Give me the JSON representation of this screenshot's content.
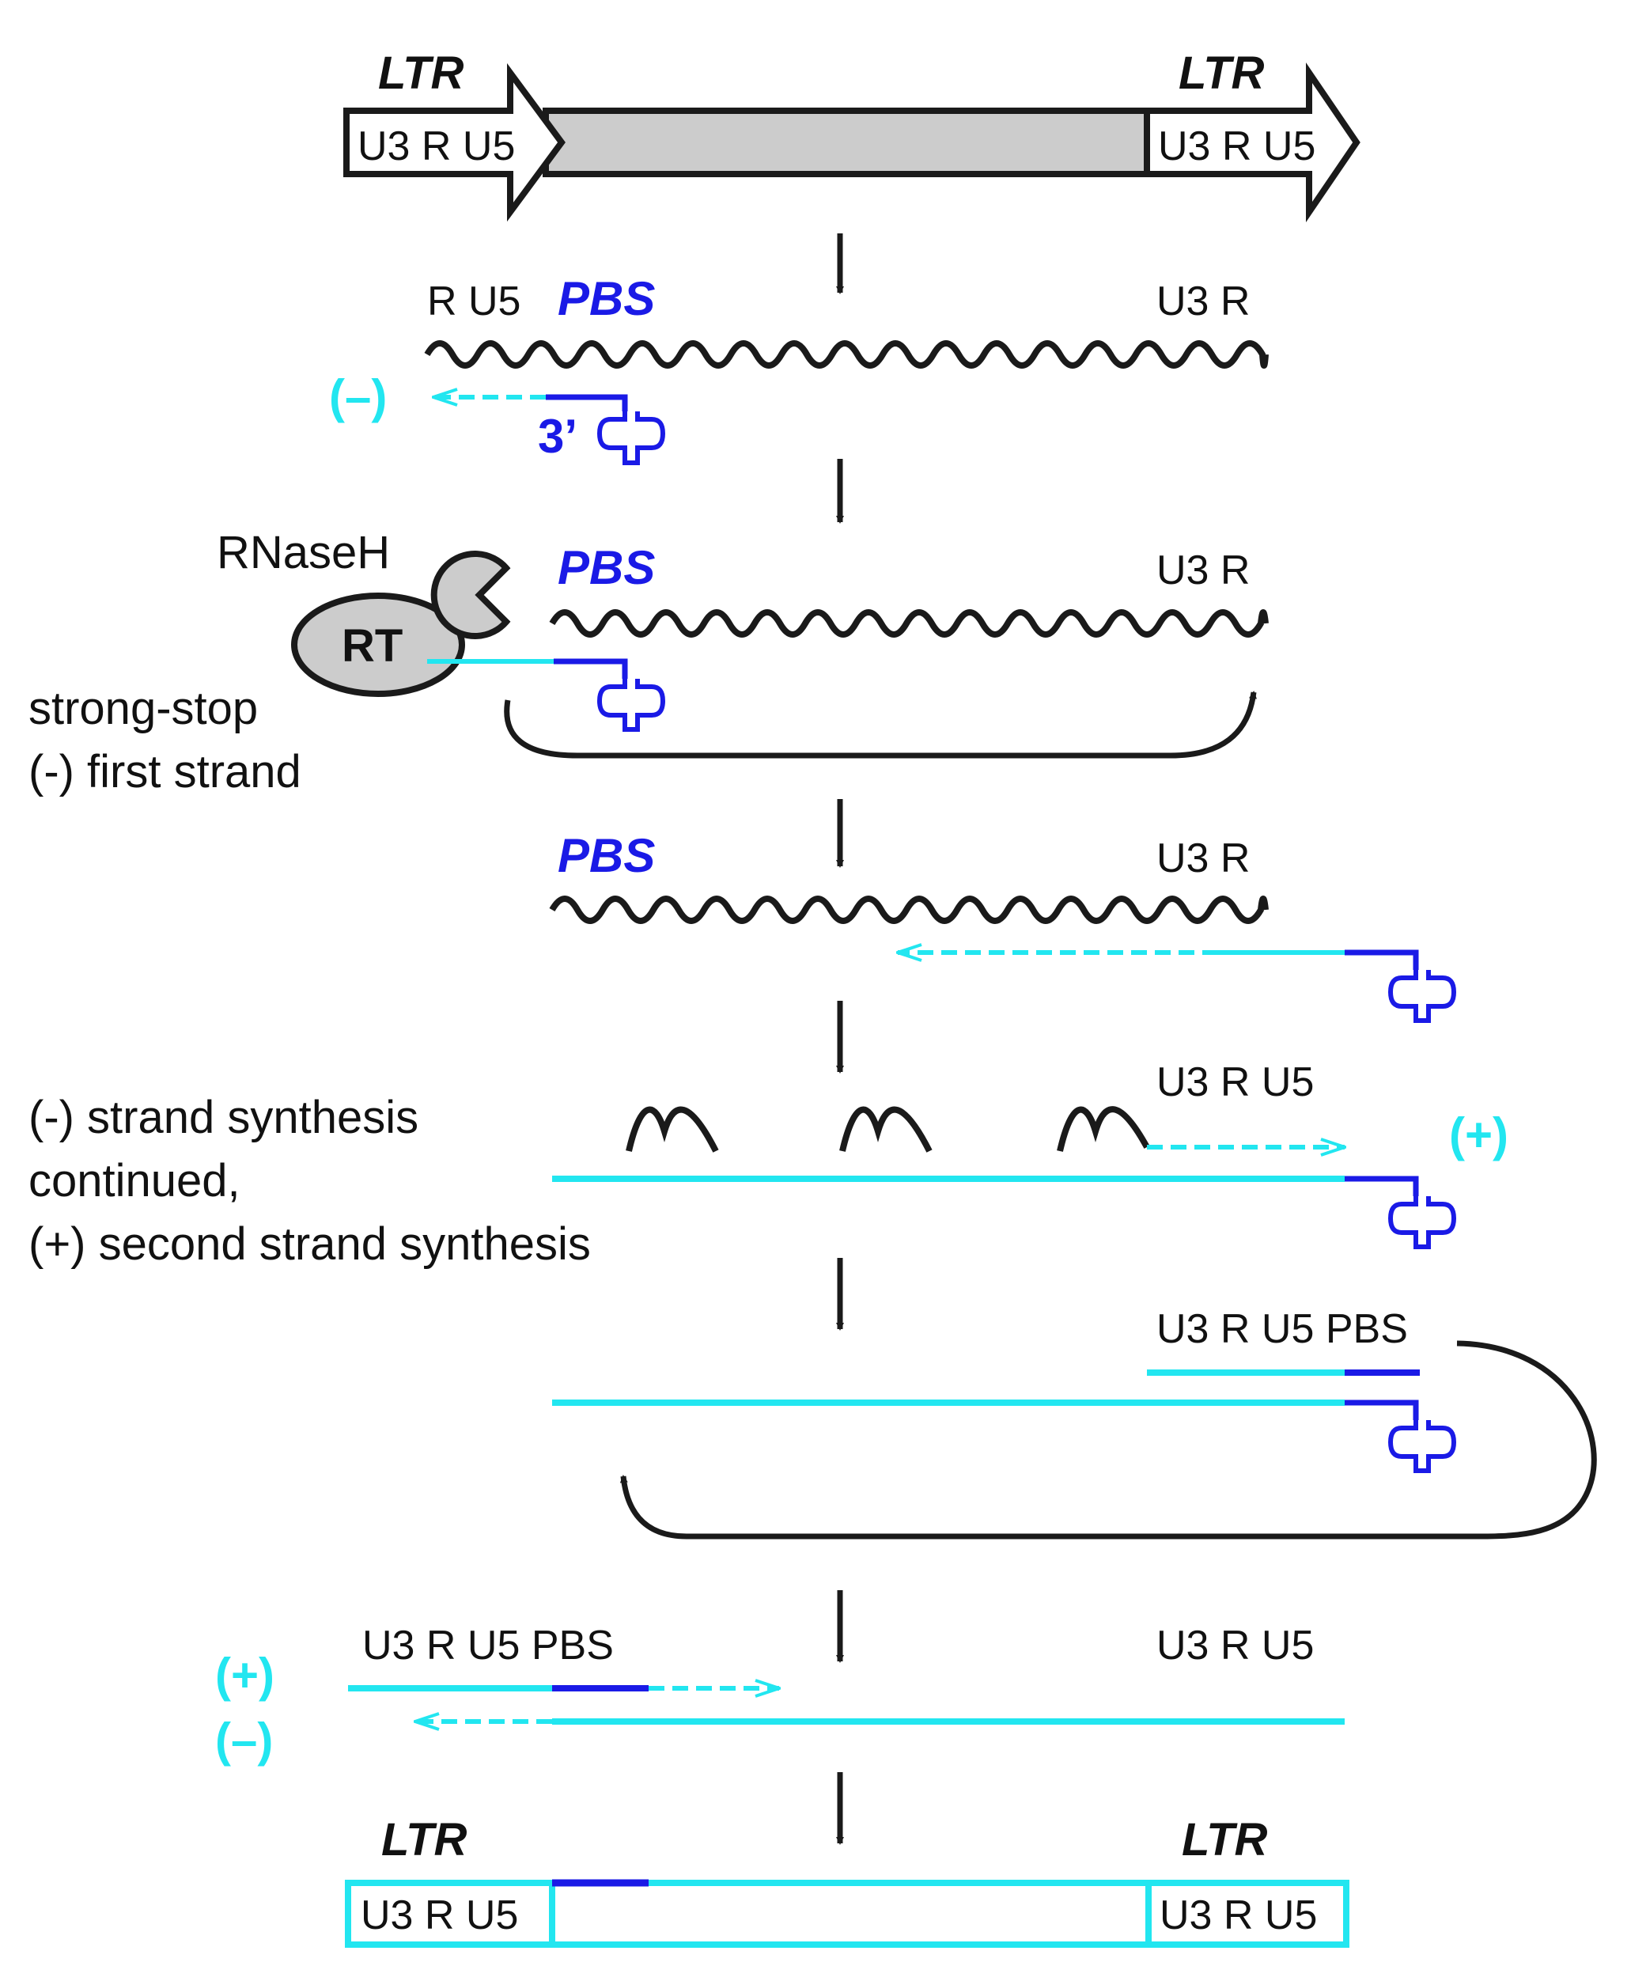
{
  "colors": {
    "black": "#1a1a1a",
    "cyan": "#22e6f0",
    "blue": "#1a1ae6",
    "gray": "#cccccc"
  },
  "provirus": {
    "ltr_left": "LTR",
    "ltr_right": "LTR",
    "ltr_left_regions": "U3 R U5",
    "ltr_right_regions": "U3 R U5"
  },
  "step1": {
    "left_regions": "R U5",
    "pbs": "PBS",
    "right_regions": "U3 R",
    "minus_sign": "(–)",
    "three_prime": "3’"
  },
  "step2": {
    "rnaseh": "RNaseH",
    "rt": "RT",
    "pbs": "PBS",
    "right_regions": "U3 R",
    "caption_line1": "strong-stop",
    "caption_line2": "(-) first strand"
  },
  "step3": {
    "pbs": "PBS",
    "right_regions": "U3 R"
  },
  "step4": {
    "right_regions": "U3 R U5",
    "plus_sign": "(+)",
    "caption_line1": "(-) strand synthesis",
    "caption_line2": "continued,",
    "caption_line3": "(+) second strand synthesis"
  },
  "step5": {
    "right_regions": "U3 R U5 PBS"
  },
  "step6": {
    "left_regions": "U3 R U5 PBS",
    "right_regions": "U3 R U5",
    "plus_sign": "(+)",
    "minus_sign": "(–)"
  },
  "final": {
    "ltr_left": "LTR",
    "ltr_right": "LTR",
    "ltr_left_regions": "U3 R U5",
    "ltr_right_regions": "U3 R U5"
  }
}
